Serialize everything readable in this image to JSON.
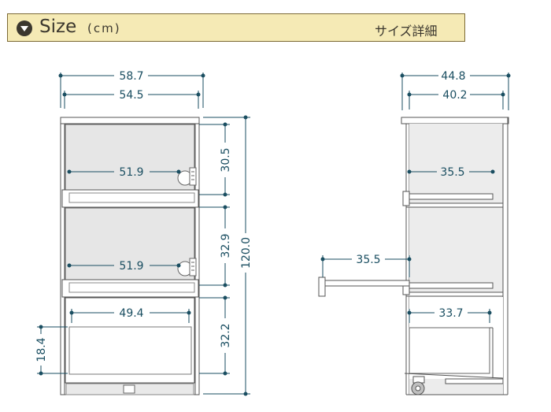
{
  "header": {
    "title": "Size",
    "unit": "(cm)",
    "detail_label": "サイズ詳細",
    "icon": "chevron-down-circle-icon"
  },
  "front_view": {
    "overall_width": "58.7",
    "inner_width": "54.5",
    "overall_height": "120.0",
    "upper_shelf_width": "51.9",
    "middle_shelf_width": "51.9",
    "drawer_width": "49.4",
    "upper_compartment_height": "30.5",
    "middle_compartment_height": "32.9",
    "lower_compartment_height": "32.2",
    "drawer_front_height": "18.4"
  },
  "side_view": {
    "overall_depth": "44.8",
    "inner_depth": "40.2",
    "upper_shelf_depth": "35.5",
    "slide_shelf_extension": "35.5",
    "drawer_depth": "33.7"
  },
  "colors": {
    "header_bg": "#f5eab5",
    "dimension": "#1a4e61",
    "panel": "#e6e6e6",
    "outline": "#555555"
  }
}
